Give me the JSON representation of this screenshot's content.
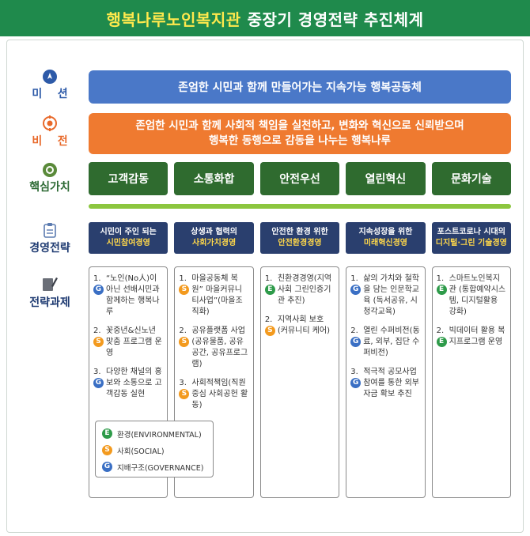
{
  "header": {
    "title_highlight": "행복나루노인복지관",
    "title_rest": "중장기 경영전략 추진체계"
  },
  "labels": {
    "mission": "미    션",
    "vision": "비    전",
    "values": "핵심가치",
    "strategy": "경영전략",
    "tasks": "전략과제"
  },
  "mission": {
    "text": "존엄한 시민과 함께 만들어가는 지속가능 행복공동체"
  },
  "vision": {
    "line1": "존엄한 시민과 함께 사회적 책임을 실천하고, 변화와 혁신으로 신뢰받으며",
    "line2": "행복한 동행으로 감동을 나누는 행복나루"
  },
  "values": [
    {
      "label": "고객감동"
    },
    {
      "label": "소통화합"
    },
    {
      "label": "안전우선"
    },
    {
      "label": "열린혁신"
    },
    {
      "label": "문화기술"
    }
  ],
  "strategies": [
    {
      "line1": "시민이 주인 되는",
      "line2": "시민참여경영"
    },
    {
      "line1": "상생과 협력의",
      "line2": "사회가치경영"
    },
    {
      "line1": "안전한 환경 위한",
      "line2": "안전환경경영"
    },
    {
      "line1": "지속성장을 위한",
      "line2": "미래혁신경영"
    },
    {
      "line1": "포스트코로나 시대의",
      "line2": "디지털·그린 기술경영"
    }
  ],
  "tasks": [
    [
      {
        "num": "1.",
        "text": "“노인(No人)이 아닌 선배시민과 함께하는 행복나루",
        "tag": "G"
      },
      {
        "num": "2.",
        "text": "꽃중년&신노년 맞춤 프로그램 운영",
        "tag": "S"
      },
      {
        "num": "3.",
        "text": "다양한 채널의 홍보와 소통으로 고객감동 실현",
        "tag": "G"
      }
    ],
    [
      {
        "num": "1.",
        "text": "마을공동체 복원” 마을커뮤니티사업”(마을조직화)",
        "tag": "S"
      },
      {
        "num": "2.",
        "text": "공유플랫폼 사업 (공유물품, 공유공간, 공유프로그램)",
        "tag": "S"
      },
      {
        "num": "3.",
        "text": "사회적책임(직원중심 사회공헌 활동)",
        "tag": "S"
      }
    ],
    [
      {
        "num": "1.",
        "text": "친환경경영(지역사회 그린인증기관 추진)",
        "tag": "E"
      },
      {
        "num": "2.",
        "text": "지역사회 보호 (커뮤니티 케어)",
        "tag": "S"
      }
    ],
    [
      {
        "num": "1.",
        "text": "삶의 가치와 철학을 담는 인문학교육 (독서공유, 시청각교육)",
        "tag": "G"
      },
      {
        "num": "2.",
        "text": "열린 수퍼비전(동료, 외부, 집단 수퍼비전)",
        "tag": "G"
      },
      {
        "num": "3.",
        "text": "적극적 공모사업 참여를 통한 외부자금 확보 추진",
        "tag": "G"
      }
    ],
    [
      {
        "num": "1.",
        "text": "스마트노인복지관 (통합예약시스템, 디지털활용 강화)",
        "tag": "E"
      },
      {
        "num": "2.",
        "text": "빅데이터 활용 복지프로그램 운영",
        "tag": "E"
      }
    ]
  ],
  "legend": [
    {
      "tag": "E",
      "label": "환경(ENVIRONMENTAL)"
    },
    {
      "tag": "S",
      "label": "사회(SOCIAL)"
    },
    {
      "tag": "G",
      "label": "지배구조(GOVERNANCE)"
    }
  ],
  "colors": {
    "header": "#1f8a4c",
    "mission": "#4a78c8",
    "vision": "#ef7a30",
    "values": "#2f6b2f",
    "strategy": "#2a3f6e",
    "accent_bar": "#8cc63f"
  },
  "icons": {
    "mission": "rocket-icon",
    "vision": "target-icon",
    "values": "gear-icon",
    "strategy": "clipboard-icon",
    "tasks": "pen-icon"
  }
}
